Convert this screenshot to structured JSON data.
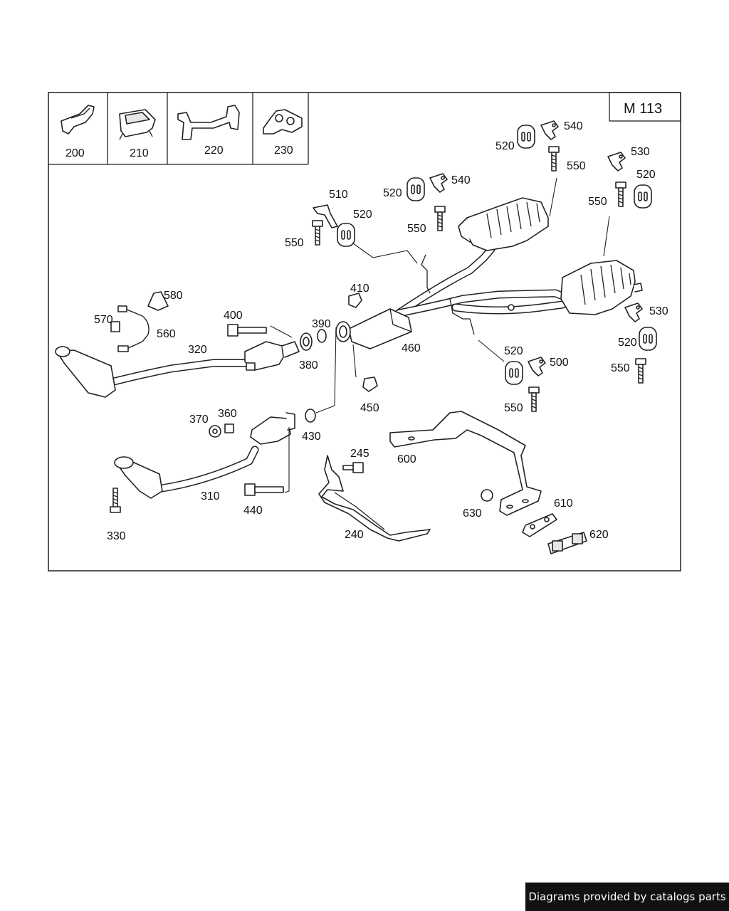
{
  "model_code": "M 113",
  "header_cells": [
    {
      "id": "200",
      "icon": "bracket-clip-icon"
    },
    {
      "id": "210",
      "icon": "hanger-bracket-icon"
    },
    {
      "id": "220",
      "icon": "support-strap-icon"
    },
    {
      "id": "230",
      "icon": "manifold-flange-icon"
    }
  ],
  "callouts": {
    "c200": "200",
    "c210": "210",
    "c220": "220",
    "c230": "230",
    "c540a": "540",
    "c520a": "520",
    "c550a": "550",
    "c530a": "530",
    "c520b": "520",
    "c550b": "550",
    "c520c": "520",
    "c540b": "540",
    "c550c": "550",
    "c510": "510",
    "c520d": "520",
    "c550d": "550",
    "c410": "410",
    "c580": "580",
    "c570": "570",
    "c560": "560",
    "c400": "400",
    "c390": "390",
    "c320": "320",
    "c380": "380",
    "c460": "460",
    "c450": "450",
    "c430": "430",
    "c370": "370",
    "c360": "360",
    "c245": "245",
    "c310": "310",
    "c440": "440",
    "c330": "330",
    "c240": "240",
    "c600": "600",
    "c630": "630",
    "c610": "610",
    "c620": "620",
    "c530b": "530",
    "c520e": "520",
    "c550e": "550",
    "c520f": "520",
    "c500": "500",
    "c550f": "550"
  },
  "footer": {
    "credit": "Diagrams provided by catalogs parts"
  }
}
